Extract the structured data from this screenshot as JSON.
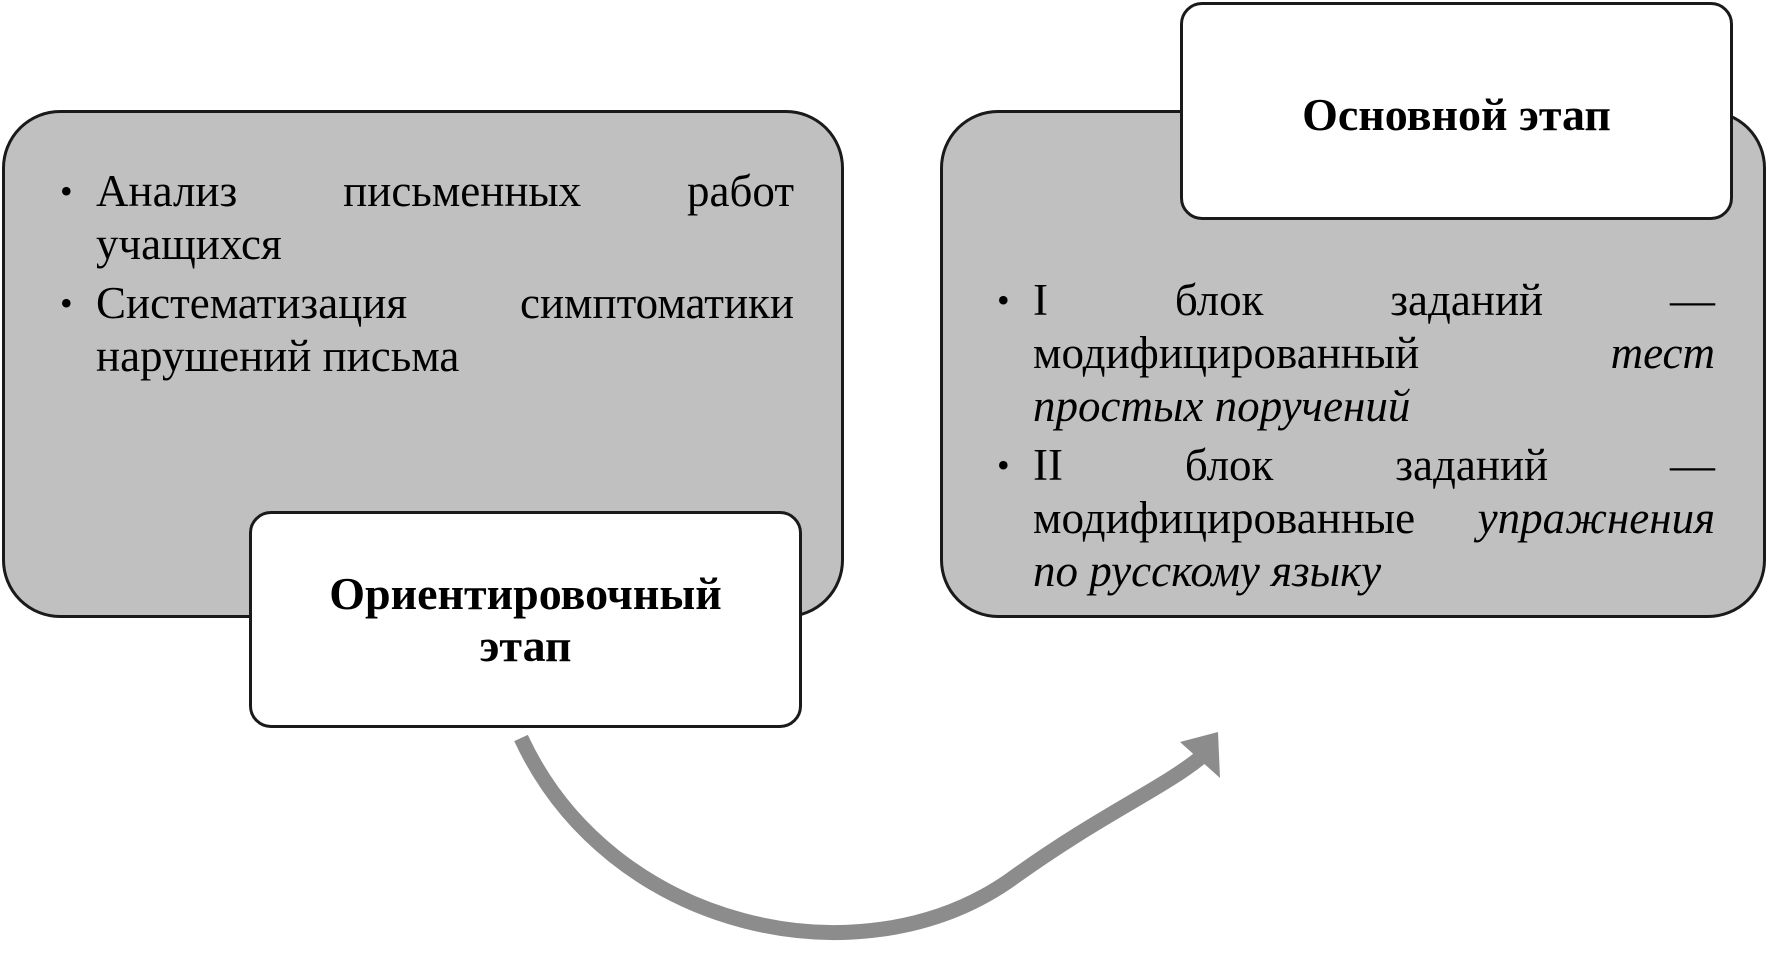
{
  "stage1": {
    "title": "Ориентировочный этап",
    "items": [
      "Анализ письменных работ учащихся",
      "Систематизация симптоматики нарушений письма"
    ]
  },
  "stage2": {
    "title": "Основной этап",
    "items": [
      {
        "plain": "I блок заданий — модифицированный ",
        "italic": "тест простых поручений"
      },
      {
        "plain": "II блок заданий — модифицированные ",
        "italic": "упражнения по русскому языку"
      }
    ]
  },
  "colors": {
    "box_fill": "#c0c0c0",
    "arrow": "#8c8c8c"
  }
}
